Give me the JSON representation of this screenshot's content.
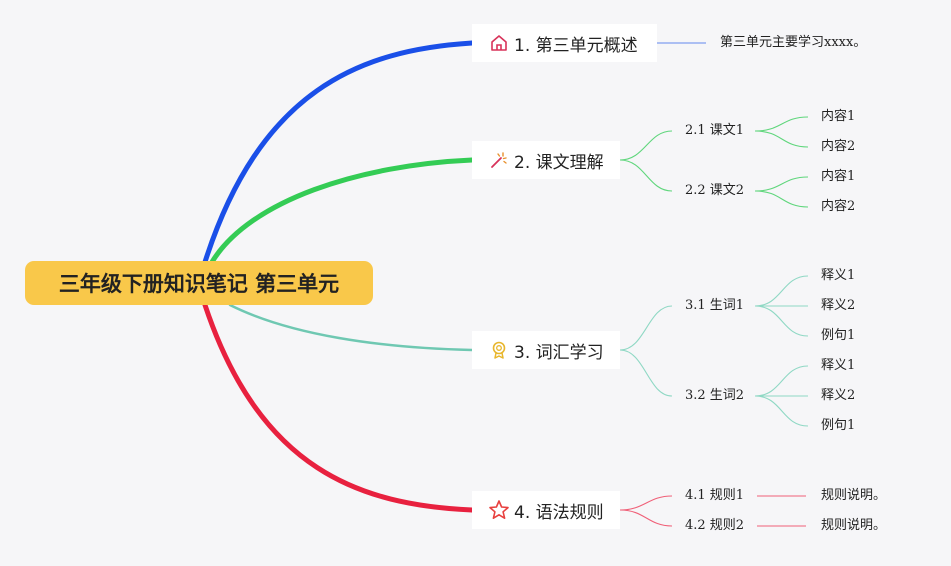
{
  "root": {
    "title": "三年级下册知识笔记 第三单元"
  },
  "colors": {
    "root_bg": "#f9c84a",
    "branch1": "#1a4fe8",
    "branch2": "#34cc55",
    "branch3": "#6fc8b2",
    "branch4": "#e8213f",
    "sub1": "#7f9ef0",
    "sub2": "#5fd67c",
    "sub3": "#8fd8c4",
    "sub4": "#f06078"
  },
  "branches": [
    {
      "label": "1. 第三单元概述",
      "icon": "home-icon",
      "note": "第三单元主要学习xxxx。"
    },
    {
      "label": "2. 课文理解",
      "icon": "magic-wand-icon",
      "children": [
        {
          "label": "2.1 课文1",
          "items": [
            "内容1",
            "内容2"
          ]
        },
        {
          "label": "2.2 课文2",
          "items": [
            "内容1",
            "内容2"
          ]
        }
      ]
    },
    {
      "label": "3. 词汇学习",
      "icon": "award-ribbon-icon",
      "children": [
        {
          "label": "3.1 生词1",
          "items": [
            "释义1",
            "释义2",
            "例句1"
          ]
        },
        {
          "label": "3.2 生词2",
          "items": [
            "释义1",
            "释义2",
            "例句1"
          ]
        }
      ]
    },
    {
      "label": "4. 语法规则",
      "icon": "star-icon",
      "children": [
        {
          "label": "4.1 规则1",
          "items": [
            "规则说明。"
          ]
        },
        {
          "label": "4.2 规则2",
          "items": [
            "规则说明。"
          ]
        }
      ]
    }
  ]
}
